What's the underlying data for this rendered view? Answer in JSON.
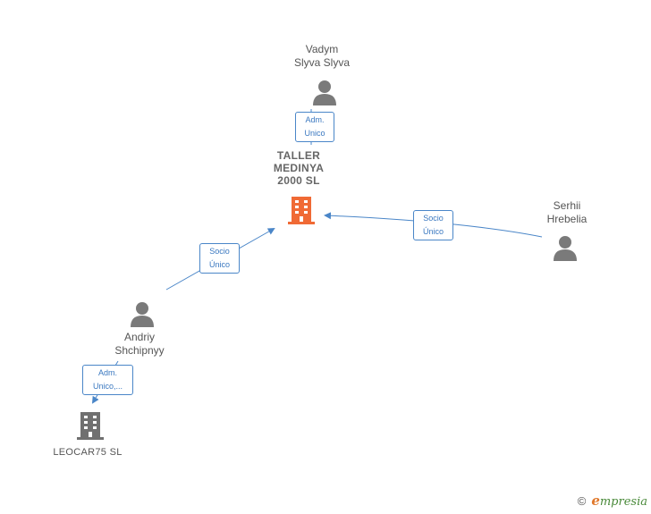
{
  "nodes": {
    "vadym": {
      "name_line1": "Vadym",
      "name_line2": "Slyva Slyva"
    },
    "taller": {
      "line1": "TALLER",
      "line2": "MEDINYA",
      "line3": "2000  SL"
    },
    "serhii": {
      "name_line1": "Serhii",
      "name_line2": "Hrebelia"
    },
    "andriy": {
      "name_line1": "Andriy",
      "name_line2": "Shchipnyy"
    },
    "leocar": {
      "name": "LEOCAR75  SL"
    }
  },
  "edges": {
    "vadym_taller": {
      "line1": "Adm.",
      "line2": "Unico"
    },
    "andriy_taller": {
      "line1": "Socio",
      "line2": "Único"
    },
    "serhii_taller": {
      "line1": "Socio",
      "line2": "Único"
    },
    "andriy_leocar": {
      "line1": "Adm.",
      "line2": "Unico,..."
    }
  },
  "footer": {
    "copyright": "©",
    "brand_e": "e",
    "brand_rest": "mpresia"
  },
  "colors": {
    "edge": "#4a86c8",
    "person": "#7a7a7a",
    "main_company": "#f06a35",
    "company": "#707070"
  }
}
